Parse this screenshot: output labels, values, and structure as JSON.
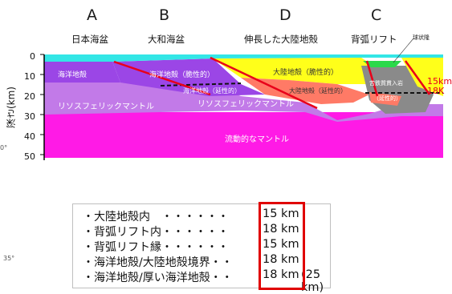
{
  "columns": [
    {
      "letter": "A",
      "name": "日本海盆"
    },
    {
      "letter": "B",
      "name": "大和海盆"
    },
    {
      "letter": "D",
      "name": "伸長した大陸地殻"
    },
    {
      "letter": "C",
      "name": "背弧リフト"
    }
  ],
  "rift_callout": "球状隆",
  "axis": {
    "ylabel": "深さ(km)",
    "ticks": [
      "0",
      "10",
      "20",
      "30",
      "40",
      "50"
    ]
  },
  "layers": {
    "oceanic_crust_a": "海洋地殻",
    "oceanic_crust_b_brittle": "海洋地殻（脆性的）",
    "oceanic_crust_b_ductile": "海洋地殻（延性的）",
    "lithospheric_mantle_a": "リソスフェリックマントル",
    "lithospheric_mantle_b": "リソスフェリックマントル",
    "continental_brittle": "大陸地殻（脆性的）",
    "continental_ductile": "大陸地殻（延性的）",
    "rift_upper": "苦鉄質貫入岩",
    "rift_lower": "（延性的）",
    "flowing_mantle": "流動的なマントル"
  },
  "depth_markers": [
    "15km",
    "18K"
  ],
  "margin_labels": [
    "0°",
    "35°"
  ],
  "summary": [
    {
      "label": "・大陸地殻内　・・・・・・",
      "value": "15 km",
      "extra": ""
    },
    {
      "label": "・背弧リフト内・・・・・・",
      "value": "18 km",
      "extra": ""
    },
    {
      "label": "・背弧リフト縁・・・・・・",
      "value": "15 km",
      "extra": ""
    },
    {
      "label": "・海洋地殻/大陸地殻境界・・",
      "value": "18 km",
      "extra": ""
    },
    {
      "label": "・海洋地殻/厚い海洋地殻・・",
      "value": "18 km",
      "extra": "(25 km)"
    }
  ],
  "colors": {
    "ocean": "#33e6e6",
    "oceanic_crust": "#9b46e6",
    "lithospheric_mantle": "#c27ae8",
    "continental_brittle": "#ffff1a",
    "continental_ductile": "#ff7a66",
    "rift": "#8a8a8a",
    "flowing_mantle": "#ff1ae6",
    "fault": "#e8001a",
    "highlight": "#e00000"
  }
}
